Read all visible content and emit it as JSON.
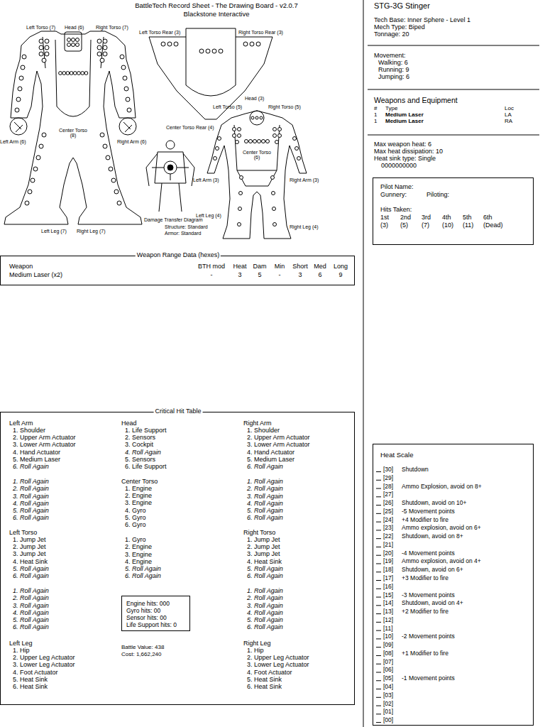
{
  "diagram": {
    "title": "BattleTech Record Sheet - The Drawing Board - v2.0.7",
    "nodes": [
      {
        "text": [
          "Pilot Name:",
          "Gunnery:",
          "Piloting:",
          "Hits Taken:",
          "1st",
          "2nd",
          "3rd",
          "4th",
          "5th",
          "6th",
          "(3)",
          "(5)",
          "(7)",
          "(10)",
          "(11)",
          "(Dead)"
        ]
      },
      {
        "text": [
          "Weapon Range Data (hexes)",
          "Weapon",
          "BTH mod",
          "Heat",
          "Dam",
          "Min",
          "Short",
          "Med",
          "Long",
          "Medium Laser (x2)",
          "-",
          "3",
          "5",
          "-",
          "3",
          "6",
          "9"
        ]
      },
      {
        "text": [
          "Critical Hit Table",
          "Left Arm",
          "1. Shoulder",
          "2. Upper Arm Actuator",
          "3. Lower Arm Actuator",
          "4. Hand Actuator",
          "5. Medium Laser",
          "6. Roll Again",
          "1. Roll Again",
          "2. Roll Again",
          "3. Roll Again",
          "4. Roll Again",
          "5. Roll Again",
          "6. Roll Again",
          "Left Torso",
          "1. Jump Jet",
          "2. Jump Jet",
          "3. Jump Jet",
          "4. Heat Sink",
          "5. Roll Again",
          "6. Roll Again",
          "1. Roll Again",
          "2. Roll Again",
          "3. Roll Again",
          "4. Roll Again",
          "5. Roll Again",
          "6. Roll Again",
          "Left Leg",
          "1. Hip",
          "2. Upper Leg Actuator",
          "3. Lower Leg Actuator",
          "4. Foot Actuator",
          "5. Heat Sink",
          "6. Heat Sink",
          "Head",
          "1. Life Support",
          "2. Sensors",
          "3. Cockpit",
          "4. Roll Again",
          "5. Sensors",
          "6. Life Support",
          "Center Torso",
          "1. Engine",
          "2. Engine",
          "3. Engine",
          "4. Gyro",
          "5. Gyro",
          "6. Gyro",
          "1. Gyro",
          "2. Engine",
          "3. Engine",
          "4. Engine",
          "5. Roll Again",
          "6. Roll Again",
          "Battle Value: 438",
          "Cost: 1,662,240",
          "Right Arm",
          "1. Shoulder",
          "2. Upper Arm Actuator",
          "3. Lower Arm Actuator",
          "4. Hand Actuator",
          "5. Medium Laser",
          "6. Roll Again",
          "1. Roll Again",
          "2. Roll Again",
          "3. Roll Again",
          "4. Roll Again",
          "5. Roll Again",
          "6. Roll Again",
          "Right Torso",
          "1. Jump Jet",
          "2. Jump Jet",
          "3. Jump Jet",
          "4. Heat Sink",
          "5. Roll Again",
          "6. Roll Again",
          "1. Roll Again",
          "2. Roll Again",
          "3. Roll Again",
          "4. Roll Again",
          "5. Roll Again",
          "6. Roll Again",
          "Right Leg",
          "1. Hip",
          "2. Upper Leg Actuator",
          "3. Lower Leg Actuator",
          "4. Foot Actuator",
          "5. Heat Sink",
          "6. Heat Sink"
        ]
      },
      {
        "text": [
          "Engine hits: 000",
          "Gyro hits: 00",
          "Sensor hits: 00",
          "Life Support hits: 0"
        ],
        "in": 2
      },
      {
        "text": [
          "Heat Scale",
          "[30]",
          "Shutdown",
          "[29]",
          "[28]",
          "Ammo Explosion, avoid on 8+",
          "[27]",
          "[26]",
          "Shutdown, avoid on 10+",
          "[25]",
          "-5 Movement points",
          "[24]",
          "+4 Modifier to fire",
          "[23]",
          "Ammo explosion, avoid on 6+",
          "[22]",
          "Shutdown, avoid on 8+",
          "[21]",
          "[20]",
          "-4 Movement points",
          "[19]",
          "Ammo explosion, avoid on 4+",
          "[18]",
          "Shutdown, avoid on 6+",
          "[17]",
          "+3 Modifier to fire",
          "[16]",
          "[15]",
          "-3 Movement points",
          "[14]",
          "Shutdown, avoid on 4+",
          "[13]",
          "+2 Modifier to fire",
          "[12]",
          "[11]",
          "[10]",
          "-2 Movement points",
          "[09]",
          "[08]",
          "+1 Modifier to fire",
          "[07]",
          "[06]",
          "[05]",
          "-1 Movement points",
          "[04]",
          "[03]",
          "[02]",
          "[01]",
          "[00]"
        ]
      }
    ],
    "labels": [
      "Blackstone Interactive",
      "Left Torso (7)",
      "Head (6)",
      "Right Torso (7)",
      "Left Torso Rear (3)",
      "Right Torso Rear (3)",
      "Center Torso (8)",
      "Left Arm (6)",
      "Right Arm (6)",
      "Center Torso Rear (4)",
      "Left Leg (7)",
      "Right Leg (7)",
      "Head (3)",
      "Left Torso (5)",
      "Right Torso (5)",
      "Center Torso (6)",
      "Left Arm (3)",
      "Right Arm (3)",
      "Left Leg (4)",
      "Right Leg (4)",
      "Damage Transfer Diagram",
      "Structure: Standard",
      "Armor: Standard",
      "STG-3G Stinger",
      "Tech Base: Inner Sphere - Level 1",
      "Mech Type: Biped",
      "Tonnage: 20",
      "Movement:",
      "Walking: 6",
      "Running: 9",
      "Jumping: 6",
      "Weapons and Equipment",
      "#",
      "Type",
      "Loc",
      "1",
      "Medium Laser",
      "LA",
      "1",
      "Medium Laser",
      "RA",
      "Max weapon heat: 6",
      "Max heat dissipation: 10",
      "Heat sink type: Single",
      "0000000000"
    ]
  }
}
